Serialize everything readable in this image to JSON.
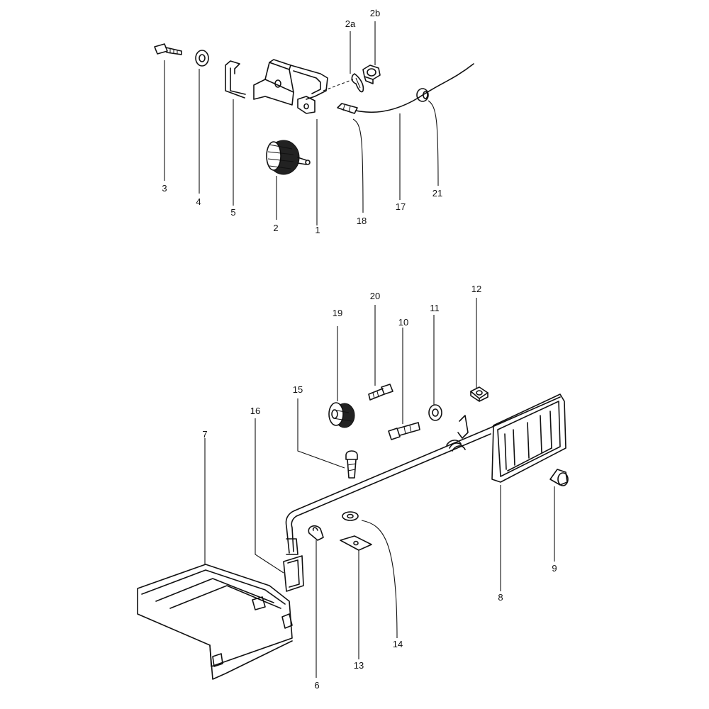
{
  "callouts": [
    {
      "id": "3",
      "text": "3"
    },
    {
      "id": "4",
      "text": "4"
    },
    {
      "id": "5",
      "text": "5"
    },
    {
      "id": "2",
      "text": "2"
    },
    {
      "id": "1",
      "text": "1"
    },
    {
      "id": "18",
      "text": "18"
    },
    {
      "id": "17",
      "text": "17"
    },
    {
      "id": "21",
      "text": "21"
    },
    {
      "id": "2a",
      "text": "2a"
    },
    {
      "id": "2b",
      "text": "2b"
    },
    {
      "id": "19",
      "text": "19"
    },
    {
      "id": "20",
      "text": "20"
    },
    {
      "id": "10",
      "text": "10"
    },
    {
      "id": "11",
      "text": "11"
    },
    {
      "id": "12",
      "text": "12"
    },
    {
      "id": "15",
      "text": "15"
    },
    {
      "id": "16",
      "text": "16"
    },
    {
      "id": "7",
      "text": "7"
    },
    {
      "id": "8",
      "text": "8"
    },
    {
      "id": "9",
      "text": "9"
    },
    {
      "id": "6",
      "text": "6"
    },
    {
      "id": "13",
      "text": "13"
    },
    {
      "id": "14",
      "text": "14"
    }
  ]
}
